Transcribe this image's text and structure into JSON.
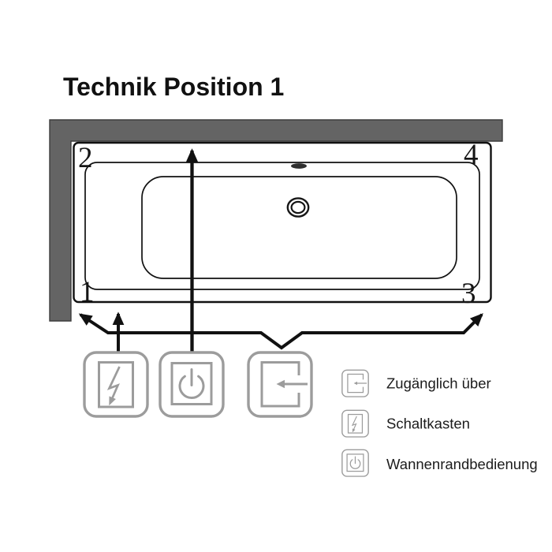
{
  "title": "Technik Position 1",
  "tub": {
    "corner_labels": {
      "bottom_left": "1",
      "top_left": "2",
      "bottom_right": "3",
      "top_right": "4"
    }
  },
  "legend": {
    "items": [
      {
        "icon": "door-enter-icon",
        "label": "Zugänglich über"
      },
      {
        "icon": "lightning-icon",
        "label": "Schaltkasten"
      },
      {
        "icon": "power-icon",
        "label": "Wannenrandbedienung"
      }
    ]
  },
  "colors": {
    "wall_gray": "#646464",
    "icon_gray": "#9c9c9c",
    "line_black": "#111111"
  }
}
